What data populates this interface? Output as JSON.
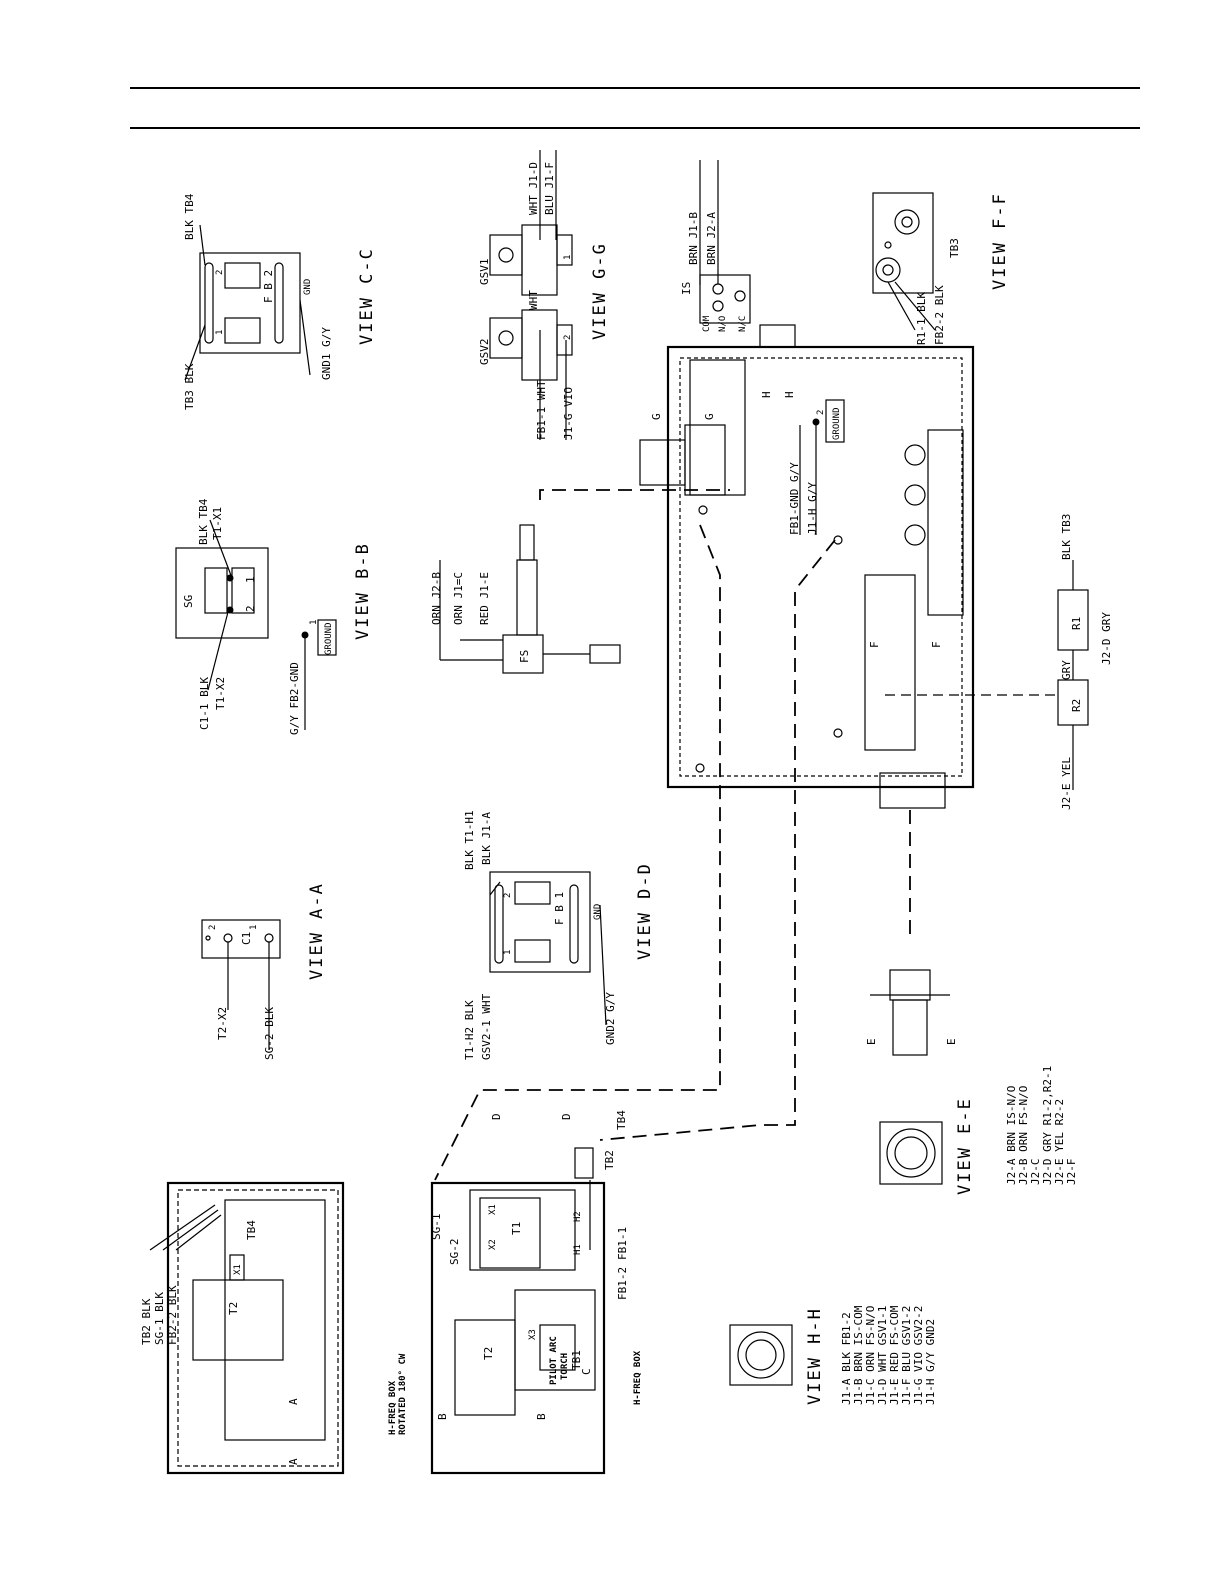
{
  "views": {
    "cc": {
      "title": "VIEW C-C",
      "left_wire": "TB3 BLK",
      "right_wire": "BLK TB4",
      "body": "F B 2",
      "pin1": "1",
      "pin2": "2",
      "gnd": "GND",
      "gnd_wire": "GND1 G/Y"
    },
    "bb": {
      "title": "VIEW B-B",
      "component": "SG",
      "pin1": "1",
      "pin2": "2",
      "wire1": "BLK TB4",
      "wire1b": "T1-X1",
      "wire2": "C1-1 BLK",
      "wire2b": "T1-X2",
      "ground_wire": "G/Y FB2-GND",
      "ground_num": "1",
      "ground_label": "GROUND"
    },
    "aa": {
      "title": "VIEW A-A",
      "component": "C1",
      "pin1": "1",
      "pin2": "2",
      "wire1": "SG-2 BLK",
      "wire2": "T2-X2"
    },
    "dd": {
      "title": "VIEW D-D",
      "body": "F B 1",
      "pin1": "1",
      "pin2": "2",
      "gnd": "GND",
      "right_wire_a": "BLK  T1-H1",
      "right_wire_b": "BLK  J1-A",
      "left_wire_a": "T1-H2  BLK",
      "left_wire_b": "GSV2-1 WHT",
      "gnd_wire": "GND2  G/Y"
    },
    "gg": {
      "title": "VIEW G-G",
      "gsv1": "GSV1",
      "gsv2": "GSV2",
      "wire_a": "WHT  J1-D",
      "wire_b": "BLU  J1-F",
      "wire_c": "WHT",
      "wire_d": "FB1-1  WHT",
      "wire_e": "J1-G  VIO",
      "pin1": "1",
      "pin2": "2"
    },
    "ff": {
      "title": "VIEW F-F",
      "component": "TB3",
      "wire_a": "R1-1 BLK",
      "wire_b": "FB2-2 BLK"
    },
    "is": {
      "label": "IS",
      "com": "COM",
      "no": "N/O",
      "nc": "N/C",
      "wire_a": "BRN  J1-B",
      "wire_b": "BRN  J2-A"
    },
    "fs": {
      "label": "FS",
      "wire_a": "ORN  J2-B",
      "wire_b": "ORN  J1=C",
      "wire_c": "RED  J1-E"
    },
    "main": {
      "ground_wire_a": "FB1-GND G/Y",
      "ground_wire_b": "J1-H G/Y",
      "ground_num": "2",
      "ground_label": "GROUND",
      "r1": "R1",
      "r2": "R2",
      "r_blk": "BLK  TB3",
      "r_gry": "J2-D  GRY",
      "r_gry2": "GRY",
      "r_yel": "J2-E  YEL",
      "sec_g": "G",
      "sec_h": "H",
      "sec_f": "F",
      "sec_e": "E"
    },
    "ee": {
      "title": "VIEW E-E",
      "legend": [
        "J2-A BRN   IS-N/O",
        "J2-B ORN   FS-N/O",
        "J2-C",
        "J2-D GRY   R1-2,R2-1",
        "J2-E YEL   R2-2",
        "J2-F"
      ]
    },
    "hh": {
      "title": "VIEW H-H",
      "legend": [
        "J1-A BLK   FB1-2",
        "J1-B BRN   IS-COM",
        "J1-C ORN   FS-N/O",
        "J1-D WHT   GSV1-1",
        "J1-E RED   FS-COM",
        "J1-F BLU   GSV1-2",
        "J1-G VIO   GSV2-2",
        "J1-H G/Y   GND2"
      ]
    },
    "hfreq_rot": {
      "title_a": "H-FREQ BOX",
      "title_b": "ROTATED 180° CW",
      "wire_a": "TB2 BLK",
      "wire_b": "SG-1 BLK",
      "wire_c": "FB2-2 BLK",
      "t2": "T2",
      "tb4": "TB4",
      "x1": "X1",
      "sec_a": "A"
    },
    "hfreq": {
      "title": "H-FREQ BOX",
      "t1": "T1",
      "t2": "T2",
      "tb1": "TB1",
      "tb2": "TB2",
      "tb4": "TB4",
      "pilot": "PILOT ARC",
      "torch": "TORCH",
      "x1": "X1",
      "x2": "X2",
      "x3": "X3",
      "h1": "H1",
      "h2": "H2",
      "sg1": "SG-1",
      "sg2": "SG-2",
      "fb11": "FB1-1",
      "fb12": "FB1-2",
      "sec_b": "B",
      "sec_c": "C",
      "sec_d": "D"
    }
  }
}
